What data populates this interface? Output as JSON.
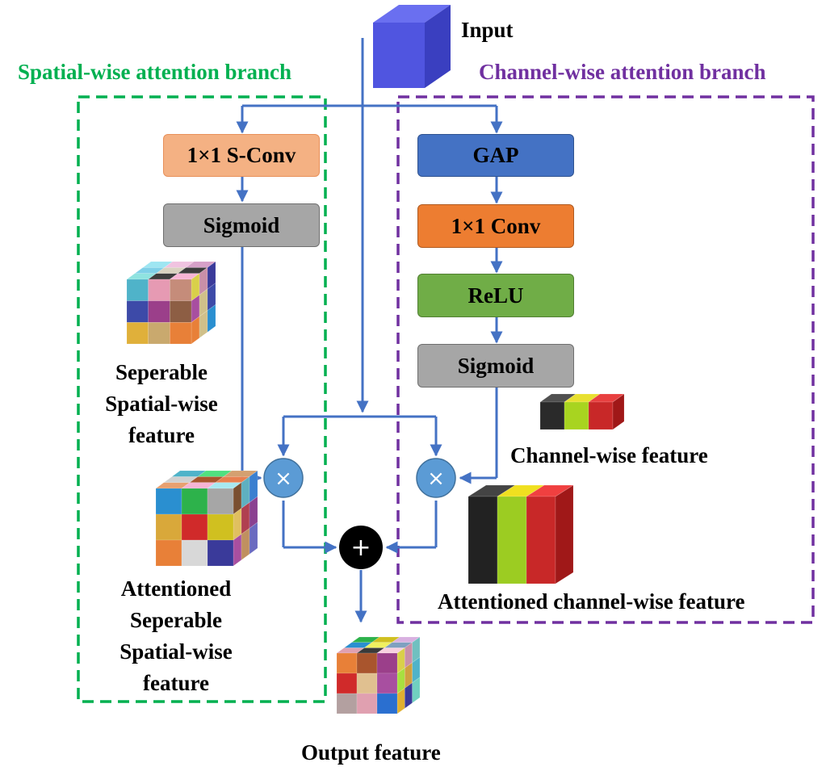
{
  "input_label": "Input",
  "spatial_branch": {
    "title": "Spatial-wise attention branch",
    "title_color": "#00b050",
    "conv_label": "1×1 S-Conv",
    "sigmoid_label": "Sigmoid",
    "feature_label": [
      "Seperable",
      "Spatial-wise",
      "feature"
    ],
    "attentioned_label": [
      "Attentioned",
      "Seperable",
      "Spatial-wise",
      "feature"
    ]
  },
  "channel_branch": {
    "title": "Channel-wise attention branch",
    "title_color": "#7030a0",
    "gap_label": "GAP",
    "conv_label": "1×1 Conv",
    "relu_label": "ReLU",
    "sigmoid_label": "Sigmoid",
    "feature_label": "Channel-wise feature",
    "attentioned_label": "Attentioned channel-wise feature"
  },
  "multiply_symbol": "×",
  "add_symbol": "+",
  "output_label": "Output feature",
  "colors": {
    "arrow": "#4472c4",
    "s_conv": "#f4b183",
    "gap": "#4472c4",
    "conv": "#ed7d31",
    "relu": "#70ad47",
    "sigmoid": "#a6a6a6",
    "multiply": "#5b9bd5",
    "add": "#000000"
  }
}
